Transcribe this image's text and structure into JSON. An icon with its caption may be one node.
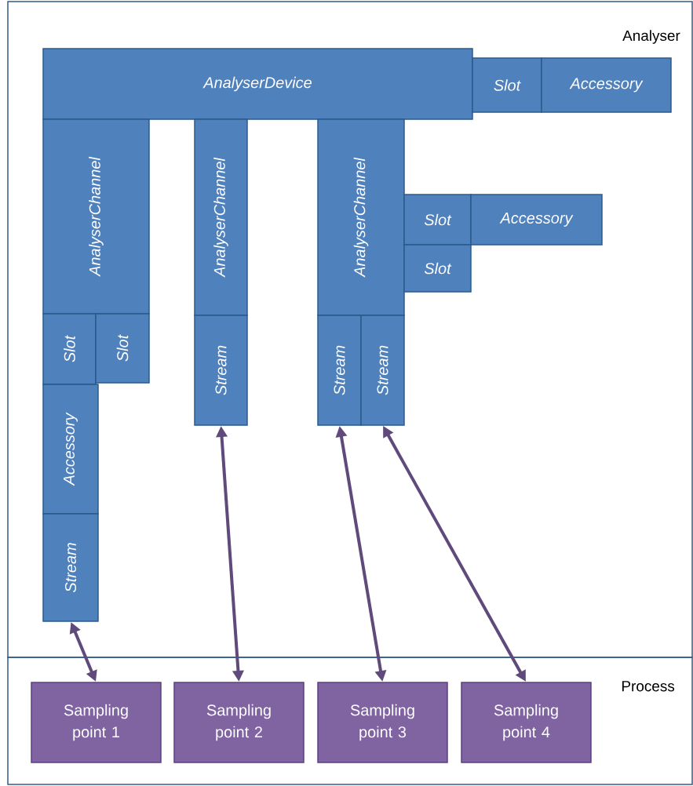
{
  "diagram": {
    "nodes": [
      {
        "text": [
          "Analyser"
        ]
      },
      {
        "text": [
          "AnalyserDevice"
        ],
        "in": 0
      },
      {
        "text": [
          "Slot"
        ],
        "in": 0
      },
      {
        "text": [
          "Accessory"
        ],
        "in": 0
      },
      {
        "text": [
          "AnalyserChannel"
        ],
        "in": 0
      },
      {
        "text": [
          "Slot"
        ],
        "in": 0
      },
      {
        "text": [
          "Slot"
        ],
        "in": 0
      },
      {
        "text": [
          "Accessory"
        ],
        "in": 0
      },
      {
        "text": [
          "Stream"
        ],
        "in": 0
      },
      {
        "text": [
          "AnalyserChannel"
        ],
        "in": 0
      },
      {
        "text": [
          "Stream"
        ],
        "in": 0
      },
      {
        "text": [
          "AnalyserChannel"
        ],
        "in": 0
      },
      {
        "text": [
          "Slot"
        ],
        "in": 0
      },
      {
        "text": [
          "Accessory"
        ],
        "in": 0
      },
      {
        "text": [
          "Slot"
        ],
        "in": 0
      },
      {
        "text": [
          "Stream"
        ],
        "in": 0
      },
      {
        "text": [
          "Stream"
        ],
        "in": 0
      },
      {
        "text": [
          "Process"
        ]
      },
      {
        "text": [
          "Sampling point 1"
        ],
        "in": 17
      },
      {
        "text": [
          "Sampling point 2"
        ],
        "in": 17
      },
      {
        "text": [
          "Sampling point 3"
        ],
        "in": 17
      },
      {
        "text": [
          "Sampling point 4"
        ],
        "in": 17
      }
    ],
    "edges": [
      {
        "from": 8,
        "to": 18,
        "arrow": "both"
      },
      {
        "from": 10,
        "to": 19,
        "arrow": "both"
      },
      {
        "from": 15,
        "to": 20,
        "arrow": "both"
      },
      {
        "from": 16,
        "to": 21,
        "arrow": "both"
      }
    ]
  }
}
